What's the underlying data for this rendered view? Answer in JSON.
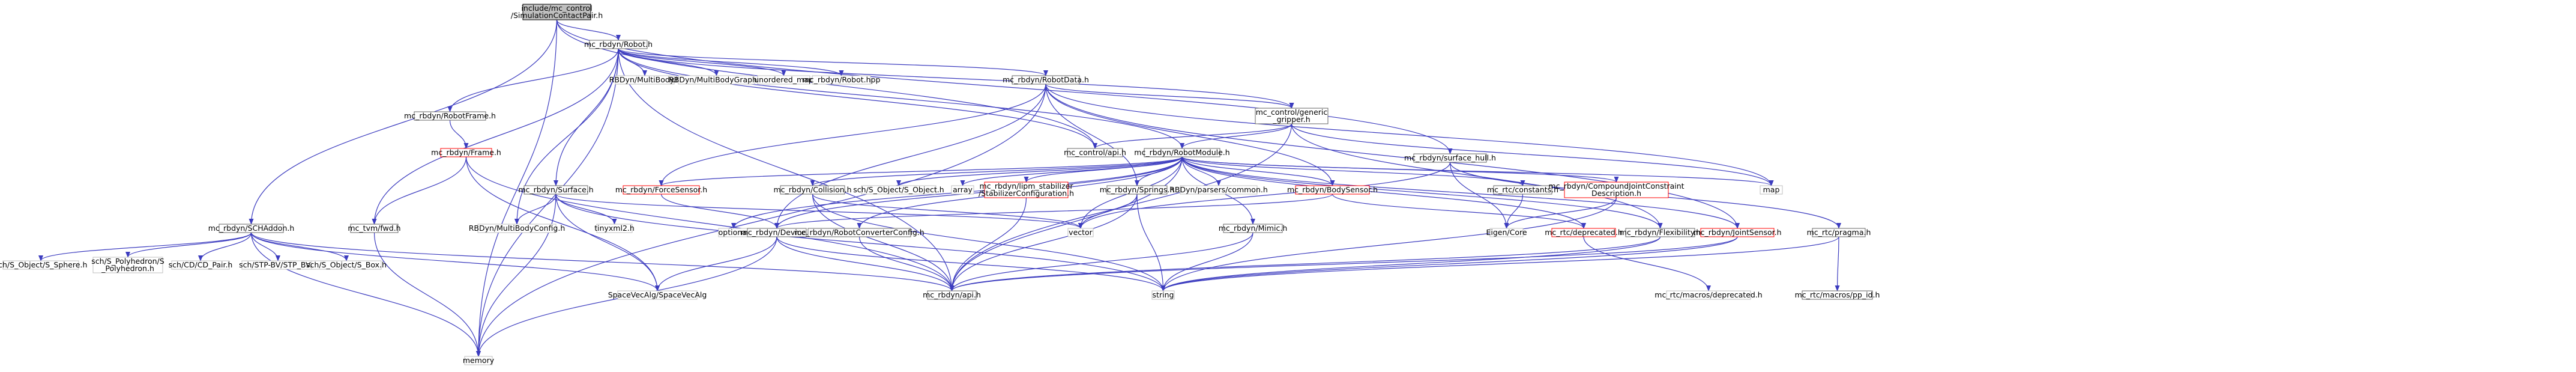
{
  "diagram": {
    "title": "include/mc_control/SimulationContactPair.h",
    "edge_color": "#3c3cbf",
    "nodes": [
      {
        "id": "root",
        "lines": [
          "include/mc_control",
          "/SimulationContactPair.h"
        ],
        "style": "root"
      },
      {
        "id": "robot",
        "lines": [
          "mc_rbdyn/Robot.h"
        ],
        "style": "normal"
      },
      {
        "id": "sch_addon",
        "lines": [
          "mc_rbdyn/SCHAddon.h"
        ],
        "style": "normal"
      },
      {
        "id": "surface_hull",
        "lines": [
          "mc_rbdyn/surface_hull.h"
        ],
        "style": "normal"
      },
      {
        "id": "control_api",
        "lines": [
          "mc_control/api.h"
        ],
        "style": "normal"
      },
      {
        "id": "memory",
        "lines": [
          "memory"
        ],
        "style": "gray"
      },
      {
        "id": "multibody",
        "lines": [
          "RBDyn/MultiBody.h"
        ],
        "style": "gray"
      },
      {
        "id": "multibodygraph",
        "lines": [
          "RBDyn/MultiBodyGraph.h"
        ],
        "style": "gray"
      },
      {
        "id": "unordered_map",
        "lines": [
          "unordered_map"
        ],
        "style": "gray"
      },
      {
        "id": "robot_hpp",
        "lines": [
          "mc_rbdyn/Robot.hpp"
        ],
        "style": "gray"
      },
      {
        "id": "robotdata",
        "lines": [
          "mc_rbdyn/RobotData.h"
        ],
        "style": "normal"
      },
      {
        "id": "robotframe",
        "lines": [
          "mc_rbdyn/RobotFrame.h"
        ],
        "style": "normal"
      },
      {
        "id": "surface",
        "lines": [
          "mc_rbdyn/Surface.h"
        ],
        "style": "normal"
      },
      {
        "id": "multibodyconfig",
        "lines": [
          "RBDyn/MultiBodyConfig.h"
        ],
        "style": "gray"
      },
      {
        "id": "generic_gripper",
        "lines": [
          "mc_control/generic",
          "_gripper.h"
        ],
        "style": "normal"
      },
      {
        "id": "robotmodule",
        "lines": [
          "mc_rbdyn/RobotModule.h"
        ],
        "style": "normal"
      },
      {
        "id": "frame",
        "lines": [
          "mc_rbdyn/Frame.h"
        ],
        "style": "red"
      },
      {
        "id": "tvm_fwd",
        "lines": [
          "mc_tvm/fwd.h"
        ],
        "style": "normal"
      },
      {
        "id": "forcesensor",
        "lines": [
          "mc_rbdyn/ForceSensor.h"
        ],
        "style": "red"
      },
      {
        "id": "collision",
        "lines": [
          "mc_rbdyn/Collision.h"
        ],
        "style": "normal"
      },
      {
        "id": "sch_object",
        "lines": [
          "sch/S_Object/S_Object.h"
        ],
        "style": "gray"
      },
      {
        "id": "array",
        "lines": [
          "array"
        ],
        "style": "gray"
      },
      {
        "id": "lipm_stab",
        "lines": [
          "mc_rbdyn/lipm_stabilizer",
          "/StabilizerConfiguration.h"
        ],
        "style": "red"
      },
      {
        "id": "springs",
        "lines": [
          "mc_rbdyn/Springs.h"
        ],
        "style": "normal"
      },
      {
        "id": "parsers_common",
        "lines": [
          "RBDyn/parsers/common.h"
        ],
        "style": "gray"
      },
      {
        "id": "bodysensor",
        "lines": [
          "mc_rbdyn/BodySensor.h"
        ],
        "style": "red"
      },
      {
        "id": "rtc_constants",
        "lines": [
          "mc_rtc/constants.h"
        ],
        "style": "normal"
      },
      {
        "id": "compound_joint",
        "lines": [
          "mc_rbdyn/CompoundJointConstraint",
          "Description.h"
        ],
        "style": "red"
      },
      {
        "id": "map",
        "lines": [
          "map"
        ],
        "style": "gray"
      },
      {
        "id": "tinyxml2",
        "lines": [
          "tinyxml2.h"
        ],
        "style": "gray"
      },
      {
        "id": "optional",
        "lines": [
          "optional"
        ],
        "style": "gray"
      },
      {
        "id": "device",
        "lines": [
          "mc_rbdyn/Device.h"
        ],
        "style": "normal"
      },
      {
        "id": "robotconverterconfig",
        "lines": [
          "mc_rbdyn/RobotConverterConfig.h"
        ],
        "style": "normal"
      },
      {
        "id": "vector",
        "lines": [
          "vector"
        ],
        "style": "gray"
      },
      {
        "id": "mimic",
        "lines": [
          "mc_rbdyn/Mimic.h"
        ],
        "style": "normal"
      },
      {
        "id": "eigen_core",
        "lines": [
          "Eigen/Core"
        ],
        "style": "gray"
      },
      {
        "id": "rtc_deprecated",
        "lines": [
          "mc_rtc/deprecated.h"
        ],
        "style": "red"
      },
      {
        "id": "flexibility",
        "lines": [
          "mc_rbdyn/Flexibility.h"
        ],
        "style": "normal"
      },
      {
        "id": "jointsensor",
        "lines": [
          "mc_rbdyn/JointSensor.h"
        ],
        "style": "red"
      },
      {
        "id": "rtc_pragma",
        "lines": [
          "mc_rtc/pragma.h"
        ],
        "style": "normal"
      },
      {
        "id": "sch_sphere",
        "lines": [
          "sch/S_Object/S_Sphere.h"
        ],
        "style": "gray"
      },
      {
        "id": "sch_polyhedron",
        "lines": [
          "sch/S_Polyhedron/S",
          "_Polyhedron.h"
        ],
        "style": "gray"
      },
      {
        "id": "sch_cd_pair",
        "lines": [
          "sch/CD/CD_Pair.h"
        ],
        "style": "gray"
      },
      {
        "id": "sch_stp_bv",
        "lines": [
          "sch/STP-BV/STP_BV.h"
        ],
        "style": "gray"
      },
      {
        "id": "sch_box",
        "lines": [
          "sch/S_Object/S_Box.h"
        ],
        "style": "gray"
      },
      {
        "id": "spacevecalg",
        "lines": [
          "SpaceVecAlg/SpaceVecAlg"
        ],
        "style": "gray"
      },
      {
        "id": "rbdyn_api",
        "lines": [
          "mc_rbdyn/api.h"
        ],
        "style": "normal"
      },
      {
        "id": "string",
        "lines": [
          "string"
        ],
        "style": "gray"
      },
      {
        "id": "rtc_macros_deprecated",
        "lines": [
          "mc_rtc/macros/deprecated.h"
        ],
        "style": "gray"
      },
      {
        "id": "rtc_macros_pp_id",
        "lines": [
          "mc_rtc/macros/pp_id.h"
        ],
        "style": "normal"
      }
    ],
    "edges": [
      [
        "root",
        "robot"
      ],
      [
        "root",
        "sch_addon"
      ],
      [
        "root",
        "surface_hull"
      ],
      [
        "root",
        "control_api"
      ],
      [
        "root",
        "memory"
      ],
      [
        "robot",
        "multibody"
      ],
      [
        "robot",
        "multibodygraph"
      ],
      [
        "robot",
        "unordered_map"
      ],
      [
        "robot",
        "robot_hpp"
      ],
      [
        "robot",
        "robotdata"
      ],
      [
        "robot",
        "robotframe"
      ],
      [
        "robot",
        "surface"
      ],
      [
        "robot",
        "multibodyconfig"
      ],
      [
        "robot",
        "generic_gripper"
      ],
      [
        "robot",
        "robotmodule"
      ],
      [
        "robot",
        "tvm_fwd"
      ],
      [
        "robot",
        "memory"
      ],
      [
        "robot",
        "control_api"
      ],
      [
        "robot",
        "rbdyn_api"
      ],
      [
        "robotdata",
        "forcesensor"
      ],
      [
        "robotdata",
        "bodysensor"
      ],
      [
        "robotdata",
        "generic_gripper"
      ],
      [
        "robotdata",
        "springs"
      ],
      [
        "robotdata",
        "map"
      ],
      [
        "robotdata",
        "memory"
      ],
      [
        "robotdata",
        "jointsensor"
      ],
      [
        "robotdata",
        "device"
      ],
      [
        "robotframe",
        "frame"
      ],
      [
        "frame",
        "tvm_fwd"
      ],
      [
        "frame",
        "spacevecalg"
      ],
      [
        "frame",
        "rbdyn_api"
      ],
      [
        "tvm_fwd",
        "memory"
      ],
      [
        "surface",
        "multibodyconfig"
      ],
      [
        "surface",
        "tinyxml2"
      ],
      [
        "surface",
        "spacevecalg"
      ],
      [
        "surface",
        "memory"
      ],
      [
        "surface",
        "string"
      ],
      [
        "surface",
        "vector"
      ],
      [
        "generic_gripper",
        "control_api"
      ],
      [
        "generic_gripper",
        "robotmodule"
      ],
      [
        "generic_gripper",
        "map"
      ],
      [
        "generic_gripper",
        "flexibility"
      ],
      [
        "generic_gripper",
        "rbdyn_api"
      ],
      [
        "robotmodule",
        "forcesensor"
      ],
      [
        "robotmodule",
        "collision"
      ],
      [
        "robotmodule",
        "sch_object"
      ],
      [
        "robotmodule",
        "array"
      ],
      [
        "robotmodule",
        "lipm_stab"
      ],
      [
        "robotmodule",
        "springs"
      ],
      [
        "robotmodule",
        "parsers_common"
      ],
      [
        "robotmodule",
        "bodysensor"
      ],
      [
        "robotmodule",
        "rtc_constants"
      ],
      [
        "robotmodule",
        "compound_joint"
      ],
      [
        "robotmodule",
        "map"
      ],
      [
        "robotmodule",
        "mimic"
      ],
      [
        "robotmodule",
        "flexibility"
      ],
      [
        "robotmodule",
        "jointsensor"
      ],
      [
        "robotmodule",
        "robotconverterconfig"
      ],
      [
        "robotmodule",
        "device"
      ],
      [
        "robotmodule",
        "vector"
      ],
      [
        "robotmodule",
        "optional"
      ],
      [
        "robotmodule",
        "rbdyn_api"
      ],
      [
        "robotmodule",
        "rtc_deprecated"
      ],
      [
        "forcesensor",
        "device"
      ],
      [
        "collision",
        "vector"
      ],
      [
        "collision",
        "string"
      ],
      [
        "collision",
        "rbdyn_api"
      ],
      [
        "lipm_stab",
        "rbdyn_api"
      ],
      [
        "springs",
        "vector"
      ],
      [
        "springs",
        "string"
      ],
      [
        "springs",
        "rbdyn_api"
      ],
      [
        "bodysensor",
        "device"
      ],
      [
        "bodysensor",
        "rtc_deprecated"
      ],
      [
        "rtc_constants",
        "eigen_core"
      ],
      [
        "compound_joint",
        "eigen_core"
      ],
      [
        "compound_joint",
        "string"
      ],
      [
        "device",
        "memory"
      ],
      [
        "device",
        "spacevecalg"
      ],
      [
        "device",
        "rbdyn_api"
      ],
      [
        "device",
        "string"
      ],
      [
        "robotconverterconfig",
        "rbdyn_api"
      ],
      [
        "mimic",
        "string"
      ],
      [
        "mimic",
        "rbdyn_api"
      ],
      [
        "rtc_deprecated",
        "rtc_macros_deprecated"
      ],
      [
        "flexibility",
        "string"
      ],
      [
        "flexibility",
        "rbdyn_api"
      ],
      [
        "jointsensor",
        "string"
      ],
      [
        "jointsensor",
        "rbdyn_api"
      ],
      [
        "rtc_pragma",
        "rtc_macros_pp_id"
      ],
      [
        "rtc_pragma",
        "string"
      ],
      [
        "surface_hull",
        "eigen_core"
      ],
      [
        "surface_hull",
        "vector"
      ],
      [
        "surface_hull",
        "rtc_pragma"
      ],
      [
        "sch_addon",
        "sch_sphere"
      ],
      [
        "sch_addon",
        "sch_polyhedron"
      ],
      [
        "sch_addon",
        "sch_cd_pair"
      ],
      [
        "sch_addon",
        "sch_stp_bv"
      ],
      [
        "sch_addon",
        "sch_box"
      ],
      [
        "sch_addon",
        "spacevecalg"
      ],
      [
        "sch_addon",
        "memory"
      ],
      [
        "sch_addon",
        "rbdyn_api"
      ]
    ]
  }
}
